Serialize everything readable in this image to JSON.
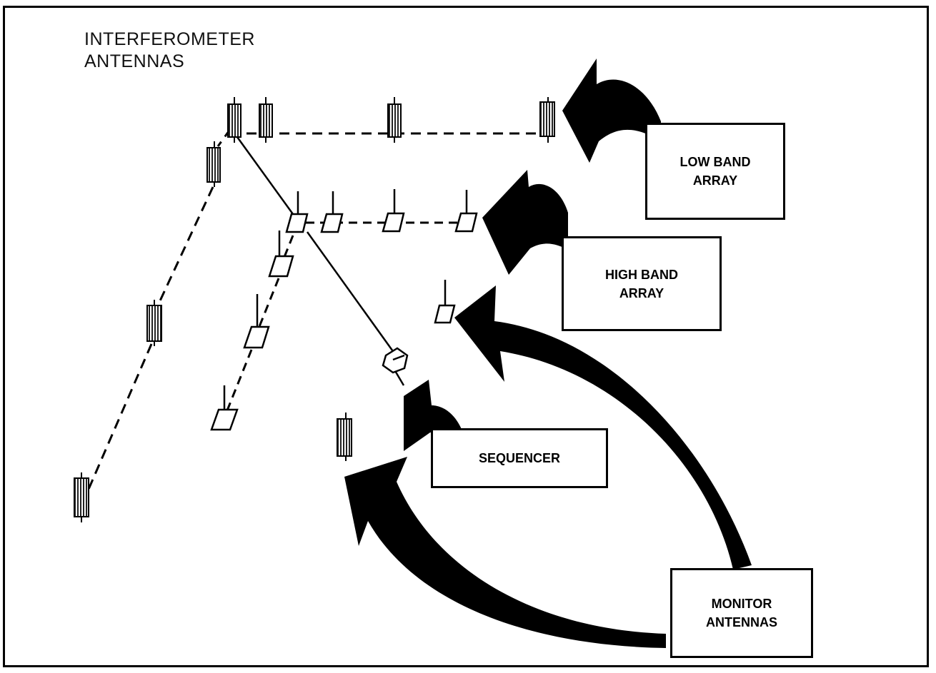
{
  "diagram": {
    "title_lines": [
      "INTERFEROMETER",
      "ANTENNAS"
    ],
    "labels": {
      "low_band": [
        "LOW BAND",
        "ARRAY"
      ],
      "high_band": [
        "HIGH BAND",
        "ARRAY"
      ],
      "sequencer": [
        "SEQUENCER"
      ],
      "monitor": [
        "MONITOR",
        "ANTENNAS"
      ]
    }
  }
}
